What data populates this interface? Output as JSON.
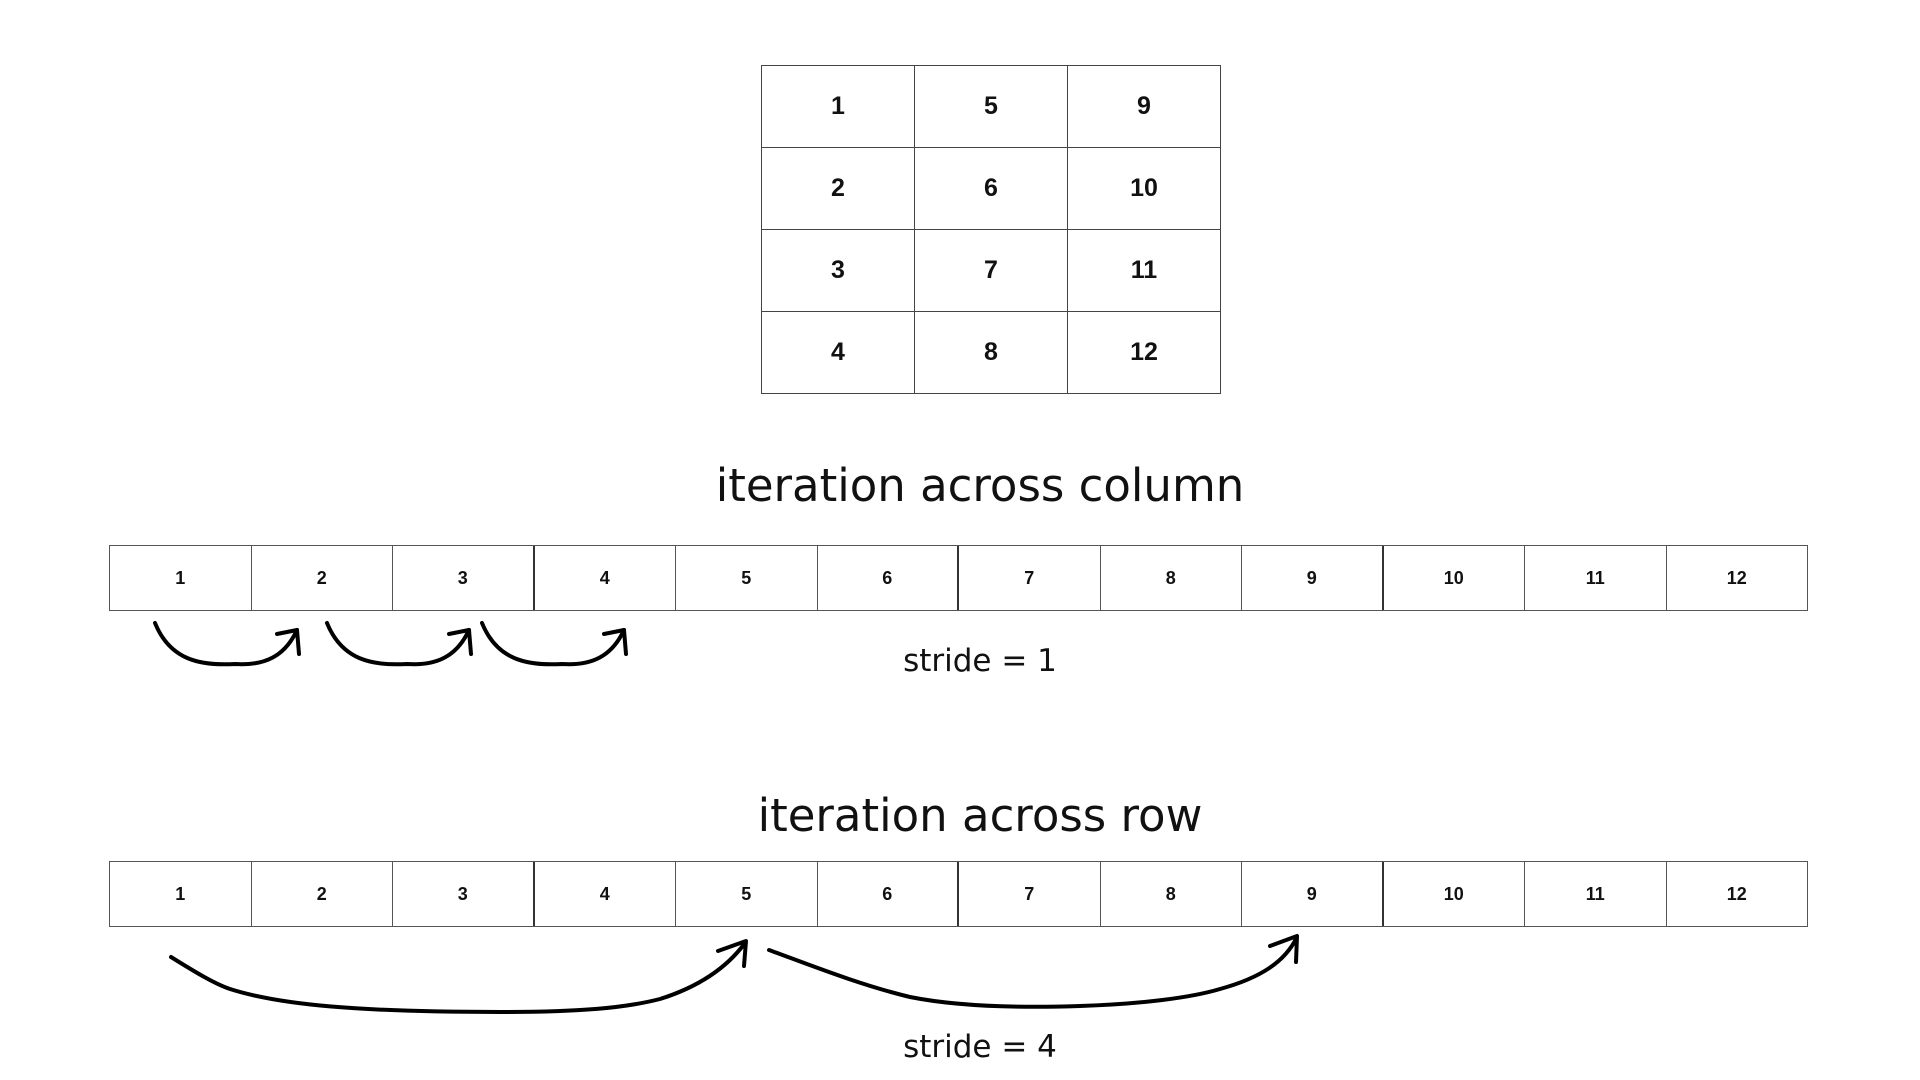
{
  "matrix": {
    "rows": [
      [
        "1",
        "5",
        "9"
      ],
      [
        "2",
        "6",
        "10"
      ],
      [
        "3",
        "7",
        "11"
      ],
      [
        "4",
        "8",
        "12"
      ]
    ]
  },
  "column_iteration": {
    "title": "iteration across column",
    "cells": [
      "1",
      "2",
      "3",
      "4",
      "5",
      "6",
      "7",
      "8",
      "9",
      "10",
      "11",
      "12"
    ],
    "stride_label": "stride = 1"
  },
  "row_iteration": {
    "title": "iteration across row",
    "cells": [
      "1",
      "2",
      "3",
      "4",
      "5",
      "6",
      "7",
      "8",
      "9",
      "10",
      "11",
      "12"
    ],
    "stride_label": "stride = 4"
  }
}
